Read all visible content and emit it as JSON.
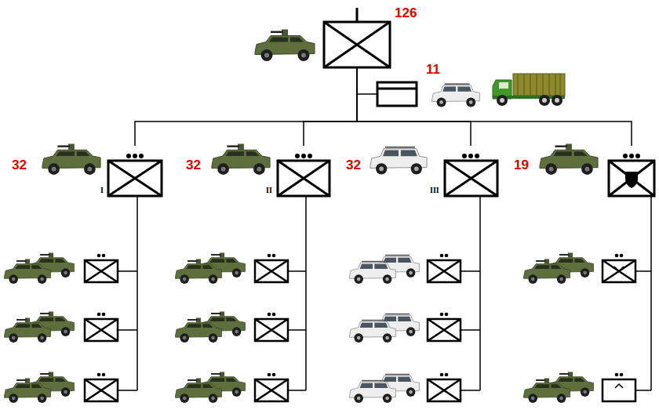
{
  "diagram": {
    "nodes": [
      {
        "text": [
          "126"
        ]
      },
      {
        "text": [
          "11"
        ]
      },
      {
        "text": [
          "32",
          "I"
        ]
      },
      {
        "text": [
          "32",
          "II"
        ]
      },
      {
        "text": [
          "32",
          "III"
        ]
      },
      {
        "text": [
          "19"
        ]
      }
    ],
    "edges": [
      {
        "from": 0,
        "to": 1,
        "arrow": "none"
      },
      {
        "from": 0,
        "to": 2,
        "arrow": "none"
      },
      {
        "from": 0,
        "to": 3,
        "arrow": "none"
      },
      {
        "from": 0,
        "to": 4,
        "arrow": "none"
      },
      {
        "from": 0,
        "to": 5,
        "arrow": "none"
      }
    ]
  }
}
